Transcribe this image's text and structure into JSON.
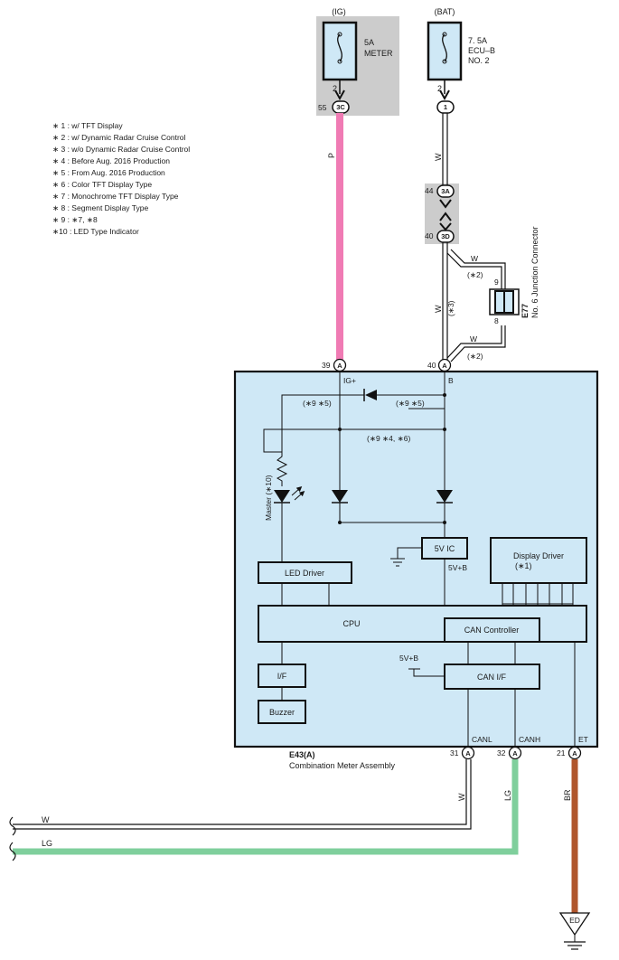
{
  "fuses": {
    "ig": {
      "source": "(IG)",
      "rating": "5A",
      "name": "METER",
      "pin": "2",
      "terminal": "55",
      "connector": "3C"
    },
    "bat": {
      "source": "(BAT)",
      "rating": "7. 5A",
      "name1": "ECU–B",
      "name2": "NO. 2",
      "pin": "2",
      "connector": "1"
    }
  },
  "legend": [
    "∗ 1 : w/ TFT Display",
    "∗ 2 : w/ Dynamic Radar Cruise Control",
    "∗ 3 : w/o Dynamic Radar Cruise Control",
    "∗ 4 : Before Aug.  2016 Production",
    "∗ 5 : From Aug.  2016 Production",
    "∗ 6 : Color TFT Display Type",
    "∗ 7 : Monochrome TFT Display Type",
    "∗ 8 : Segment Display Type",
    "∗ 9 : ∗7,  ∗8",
    "∗10 : LED Type Indicator"
  ],
  "junctions": {
    "j3a": {
      "terminal": "44",
      "connector": "3A"
    },
    "j3d": {
      "terminal": "40",
      "connector": "3D"
    }
  },
  "junction_connector": {
    "code": "E77",
    "name": "No. 6 Junction Connector",
    "pin_top": "9",
    "pin_bottom": "8",
    "note_top": "(∗2)",
    "note_bottom": "(∗2)",
    "note_main": "(∗3)"
  },
  "wires": {
    "p": "P",
    "w1": "W",
    "w_jc_top": "W",
    "w_main": "W",
    "w_jc_bottom": "W",
    "canl": "W",
    "canh": "LG",
    "et": "BR",
    "bus_w": "W",
    "bus_lg": "LG"
  },
  "meter": {
    "pins_top": [
      {
        "num": "39",
        "conn": "A",
        "label": "IG+"
      },
      {
        "num": "40",
        "conn": "A",
        "label": "B"
      }
    ],
    "notes": {
      "n1": "(∗9 ∗5)",
      "n2": "(∗9 ∗5)",
      "n3": "(∗9 ∗4, ∗6)"
    },
    "master_label": "Master (∗10)",
    "blocks": {
      "five_v_ic": "5V IC",
      "five_v_b": "5V+B",
      "display_driver": "Display Driver",
      "display_driver_note": "(∗1)",
      "led_driver": "LED Driver",
      "cpu": "CPU",
      "can_controller": "CAN Controller",
      "five_v_b_2": "5V+B",
      "if": "I/F",
      "can_if": "CAN I/F",
      "buzzer": "Buzzer"
    },
    "bottom_labels": {
      "canl": "CANL",
      "canh": "CANH",
      "et": "ET"
    },
    "pins_bottom": [
      {
        "num": "31",
        "conn": "A"
      },
      {
        "num": "32",
        "conn": "A"
      },
      {
        "num": "21",
        "conn": "A"
      }
    ],
    "code": "E43(A)",
    "name": "Combination Meter Assembly"
  },
  "ground": {
    "label": "ED"
  },
  "colors": {
    "pink_wire": "#f07bb4",
    "green_wire": "#7fcf9c",
    "brown_wire": "#b0562c",
    "meter_fill": "#cfe8f6",
    "fuse_fill": "#cfe8f6",
    "grey_bg": "#cccccc"
  }
}
